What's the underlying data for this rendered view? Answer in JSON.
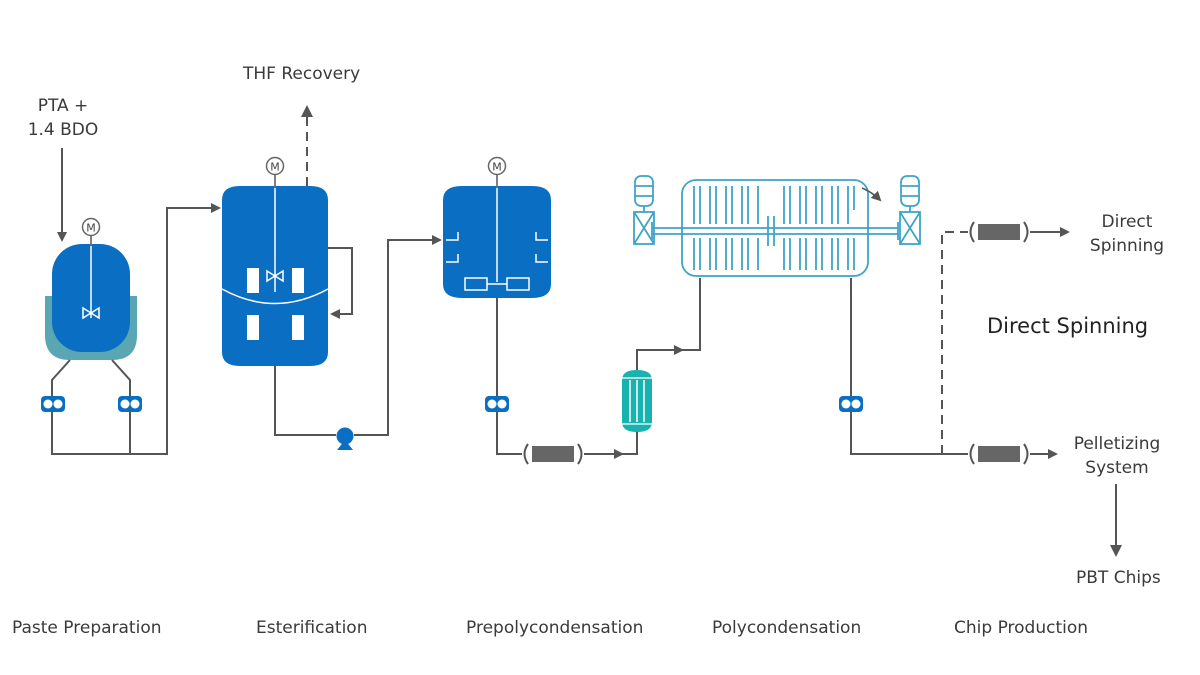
{
  "colors": {
    "vessel": "#0a6fc2",
    "jacket": "#5aa7b3",
    "line": "#555555",
    "hx_teal": "#1ab2ae",
    "poly_outline": "#3fa3c8",
    "filter": "#666666"
  },
  "labels": {
    "feed_line1": "PTA +",
    "feed_line2": "1.4 BDO",
    "thf": "THF Recovery",
    "direct_line1": "Direct",
    "direct_line2": "Spinning",
    "direct_spinning": "Direct Spinning",
    "pellet_line1": "Pelletizing",
    "pellet_line2": "System",
    "pbt": "PBT Chips"
  },
  "stages": [
    {
      "label": "Paste Preparation"
    },
    {
      "label": "Esterification"
    },
    {
      "label": "Prepolycondensation"
    },
    {
      "label": "Polycondensation"
    },
    {
      "label": "Chip Production"
    }
  ],
  "icons": {
    "motor": "motor-icon",
    "agitator": "agitator-icon",
    "pump": "gear-pump-icon",
    "centrifugal_pump": "centrifugal-pump-icon",
    "filter": "filter-icon",
    "heat_exchanger": "heat-exchanger-icon"
  },
  "motor_letter": "M"
}
